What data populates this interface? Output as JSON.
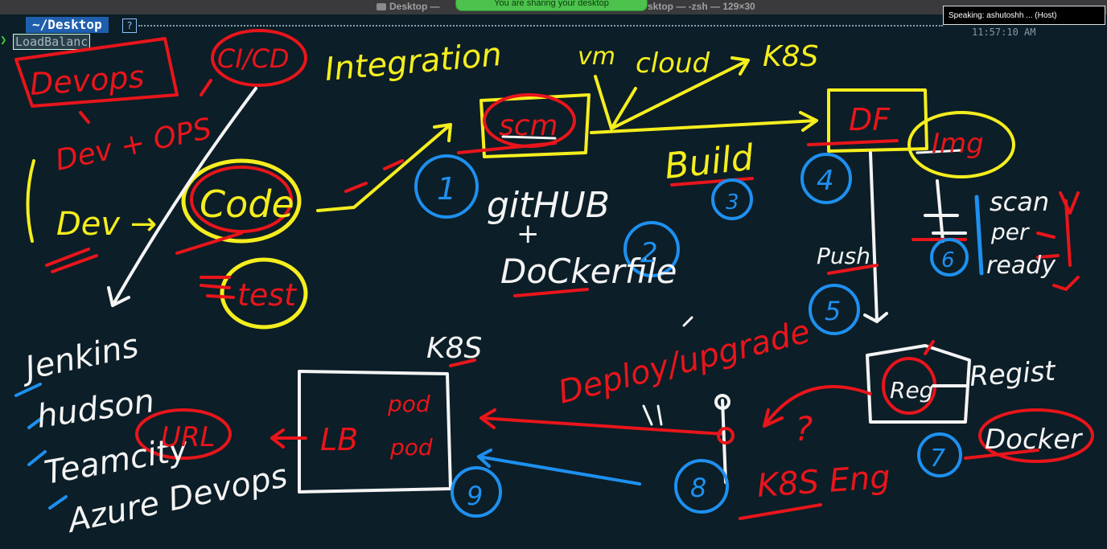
{
  "window": {
    "title_left": "Desktop — ",
    "title_right": "sktop — -zsh — 129×30",
    "share_banner": "You are sharing your desktop",
    "speaker": "Speaking: ashutoshh ... (Host)",
    "clock": "11:57:10 AM"
  },
  "terminal": {
    "path": "~/Desktop",
    "help": "?",
    "prompt_arrow": "❯",
    "command": "LoadBalanc"
  },
  "whiteboard": {
    "devops": "Devops",
    "cicd": "CI/CD",
    "integration": "Integration",
    "vm": "vm",
    "cloud": "cloud",
    "k8s_top": "K8S",
    "scm": "scm",
    "df": "DF",
    "img": "Img",
    "dev_ops": "Dev + OPS",
    "dev_arrow": "Dev →",
    "code": "Code",
    "test": "test",
    "step1": "1",
    "github": "gitHUB",
    "plus": "+",
    "dockerfile": "DoCkerfile",
    "step2": "2",
    "build": "Build",
    "step3": "3",
    "step4": "4",
    "scan": "scan",
    "perf": "per",
    "ready": "ready",
    "step6": "6",
    "push": "Push",
    "step5": "5",
    "k8s_mid": "K8S",
    "deploy_upgrade": "Deploy/upgrade",
    "reg": "Reg",
    "regist": "Regist",
    "docker": "Docker",
    "step7": "7",
    "jenkins": "Jenkins",
    "hudson": "hudson",
    "teamcity": "Teamcity",
    "azure": "Azure Devops",
    "url": "URL",
    "lb": "LB",
    "pod1": "pod",
    "pod2": "pod",
    "question": "?",
    "step8": "8",
    "k8s_eng": "K8S Eng",
    "step9": "9"
  },
  "colors": {
    "red": "#e8151b",
    "yellow": "#f5ee1e",
    "white": "#f4f4f4",
    "blue": "#1e90f0",
    "background": "#0c1e27"
  }
}
